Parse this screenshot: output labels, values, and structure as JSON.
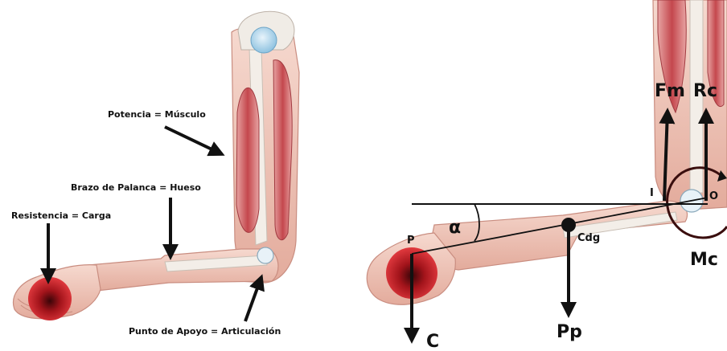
{
  "left": {
    "label_potencia": "Potencia = Músculo",
    "label_brazo": "Brazo de Palanca = Hueso",
    "label_resistencia": "Resistencia = Carga",
    "label_apoyo": "Punto de Apoyo = Articulación"
  },
  "right": {
    "label_fm": "Fm",
    "label_rc": "Rc",
    "label_i": "I",
    "label_o": "O",
    "label_mc": "Mc",
    "label_alpha": "α",
    "label_p": "P",
    "label_cdg": "Cdg",
    "label_pp": "Pp",
    "label_c": "C"
  },
  "colors": {
    "skin": "#f0c9bd",
    "skin_dark": "#d89a8b",
    "muscle": "#c95a5e",
    "bone": "#f4f0ea",
    "ball_center": "#7a0d12",
    "ball_edge": "#d8232a",
    "joint_blue": "#a9cfe6",
    "arrow": "#111111"
  }
}
